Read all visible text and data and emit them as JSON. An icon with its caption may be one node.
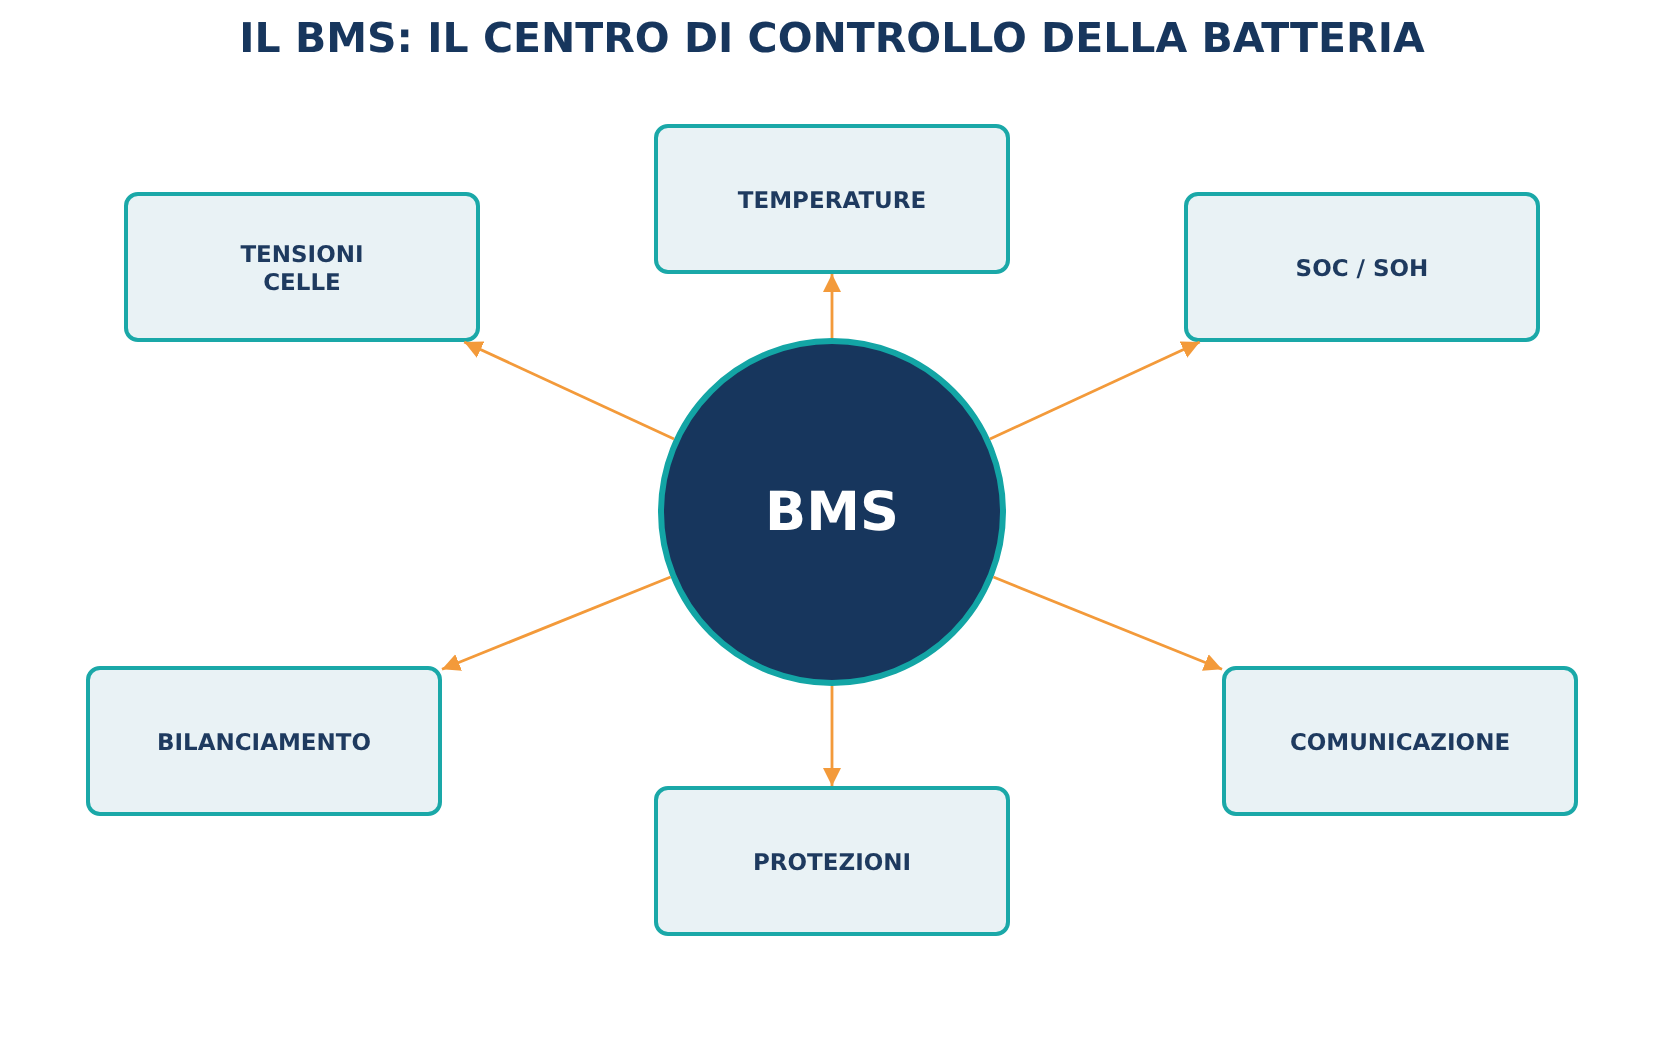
{
  "diagram": {
    "title": "IL BMS: IL CENTRO DI CONTROLLO DELLA BATTERIA",
    "nodes": [
      {
        "text": [
          "TENSIONI CELLE"
        ]
      },
      {
        "text": [
          "TEMPERATURE"
        ]
      },
      {
        "text": [
          "SOC / SOH"
        ]
      },
      {
        "text": [
          "BMS"
        ]
      },
      {
        "text": [
          "BILANCIAMENTO"
        ]
      },
      {
        "text": [
          "COMUNICAZIONE"
        ]
      },
      {
        "text": [
          "PROTEZIONI"
        ]
      }
    ],
    "edges": [
      {
        "from": 3,
        "to": 0,
        "arrow": "to"
      },
      {
        "from": 3,
        "to": 1,
        "arrow": "to"
      },
      {
        "from": 3,
        "to": 2,
        "arrow": "to"
      },
      {
        "from": 3,
        "to": 4,
        "arrow": "to"
      },
      {
        "from": 3,
        "to": 5,
        "arrow": "to"
      },
      {
        "from": 3,
        "to": 6,
        "arrow": "to"
      }
    ]
  }
}
